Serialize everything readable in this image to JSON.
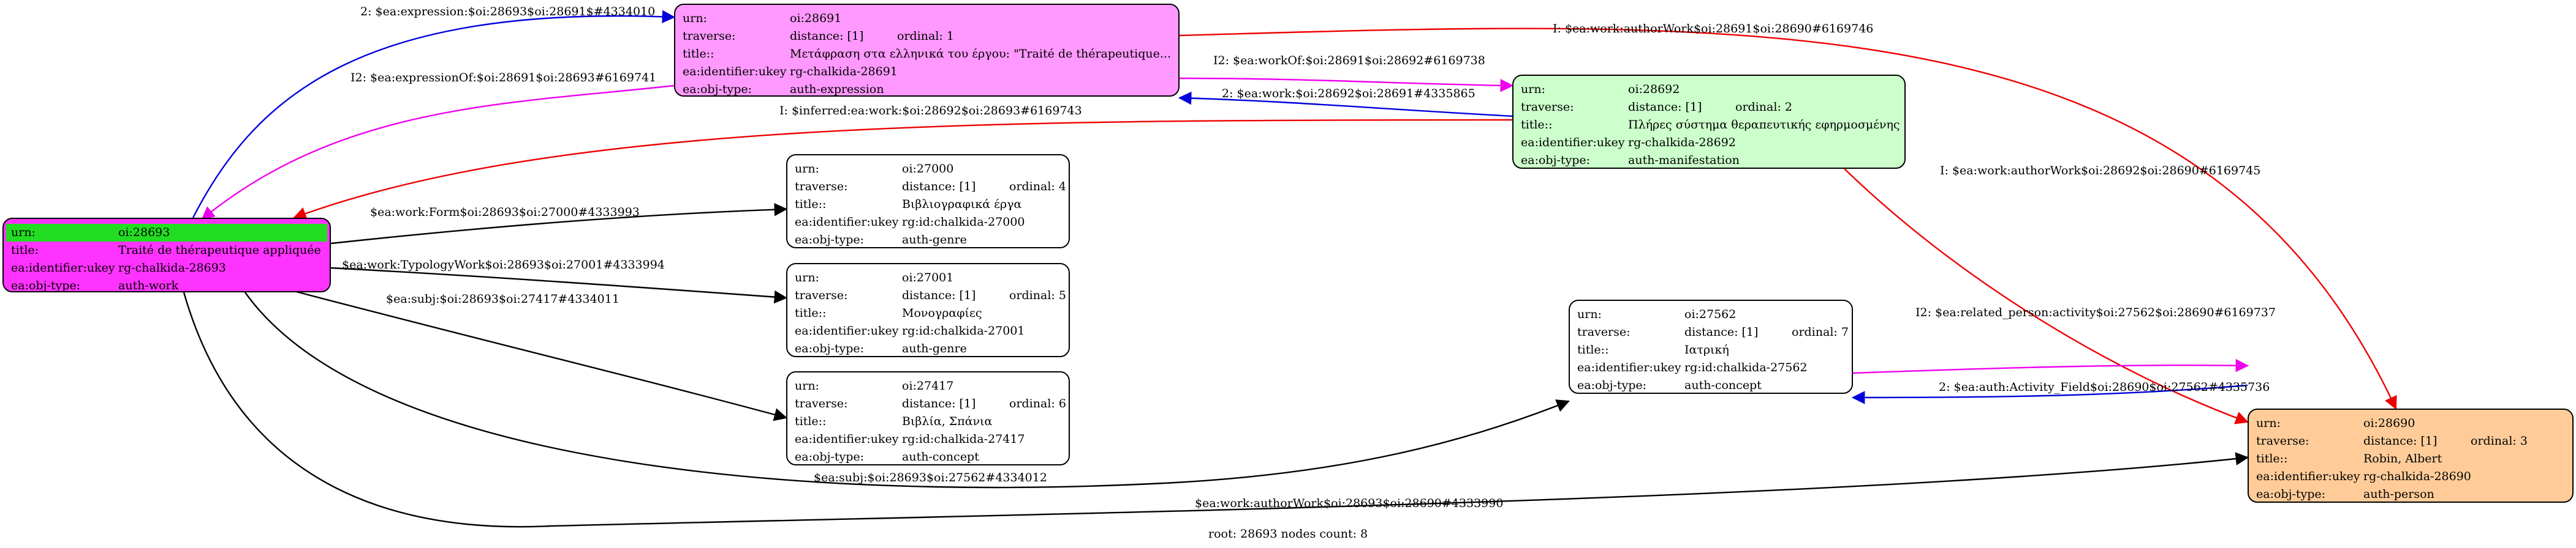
{
  "nodes": {
    "n28693": {
      "fill": "#ff33ff",
      "urn_label": "urn:",
      "urn": "oi:28693",
      "title_label": "title:",
      "title": "Traité de thérapeutique appliquée",
      "ukey_label": "ea:identifier:ukey",
      "ukey": "rg-chalkida-28693",
      "type_label": "ea:obj-type:",
      "type": "auth-work",
      "urn_highlight": "#22dd22"
    },
    "n28691": {
      "fill": "#ff99ff",
      "urn_label": "urn:",
      "urn": "oi:28691",
      "traverse_label": "traverse:",
      "distance": "distance: [1]",
      "ordinal": "ordinal: 1",
      "title_label": "title::",
      "title": "Μετάφραση στα ελληνικά του έργου: \"Traité de thérapeutique...",
      "ukey_label": "ea:identifier:ukey",
      "ukey": "rg-chalkida-28691",
      "type_label": "ea:obj-type:",
      "type": "auth-expression"
    },
    "n28692": {
      "fill": "#ccffcc",
      "urn_label": "urn:",
      "urn": "oi:28692",
      "traverse_label": "traverse:",
      "distance": "distance: [1]",
      "ordinal": "ordinal: 2",
      "title_label": "title::",
      "title": "Πλήρες σύστημα θεραπευτικής εφηρμοσμένης",
      "ukey_label": "ea:identifier:ukey",
      "ukey": "rg-chalkida-28692",
      "type_label": "ea:obj-type:",
      "type": "auth-manifestation"
    },
    "n27000": {
      "fill": "#ffffff",
      "urn_label": "urn:",
      "urn": "oi:27000",
      "traverse_label": "traverse:",
      "distance": "distance: [1]",
      "ordinal": "ordinal: 4",
      "title_label": "title::",
      "title": "Βιβλιογραφικά έργα",
      "ukey_label": "ea:identifier:ukey",
      "ukey": "rg:id:chalkida-27000",
      "type_label": "ea:obj-type:",
      "type": "auth-genre"
    },
    "n27001": {
      "fill": "#ffffff",
      "urn_label": "urn:",
      "urn": "oi:27001",
      "traverse_label": "traverse:",
      "distance": "distance: [1]",
      "ordinal": "ordinal: 5",
      "title_label": "title::",
      "title": "Μονογραφίες",
      "ukey_label": "ea:identifier:ukey",
      "ukey": "rg:id:chalkida-27001",
      "type_label": "ea:obj-type:",
      "type": "auth-genre"
    },
    "n27417": {
      "fill": "#ffffff",
      "urn_label": "urn:",
      "urn": "oi:27417",
      "traverse_label": "traverse:",
      "distance": "distance: [1]",
      "ordinal": "ordinal: 6",
      "title_label": "title::",
      "title": "Βιβλία, Σπάνια",
      "ukey_label": "ea:identifier:ukey",
      "ukey": "rg:id:chalkida-27417",
      "type_label": "ea:obj-type:",
      "type": "auth-concept"
    },
    "n27562": {
      "fill": "#ffffff",
      "urn_label": "urn:",
      "urn": "oi:27562",
      "traverse_label": "traverse:",
      "distance": "distance: [1]",
      "ordinal": "ordinal: 7",
      "title_label": "title::",
      "title": "Ιατρική",
      "ukey_label": "ea:identifier:ukey",
      "ukey": "rg:id:chalkida-27562",
      "type_label": "ea:obj-type:",
      "type": "auth-concept"
    },
    "n28690": {
      "fill": "#ffcc99",
      "urn_label": "urn:",
      "urn": "oi:28690",
      "traverse_label": "traverse:",
      "distance": "distance: [1]",
      "ordinal": "ordinal: 3",
      "title_label": "title::",
      "title": "Robin, Albert",
      "ukey_label": "ea:identifier:ukey",
      "ukey": "rg-chalkida-28690",
      "type_label": "ea:obj-type:",
      "type": "auth-person"
    }
  },
  "edges": [
    {
      "id": "e1",
      "label": "2: $ea:expression:$oi:28693$oi:28691$#4334010",
      "color": "#0000dd"
    },
    {
      "id": "e2",
      "label": "I2: $ea:expressionOf:$oi:28691$oi:28693#6169741",
      "color": "#ee00ee"
    },
    {
      "id": "e3",
      "label": "I: $ea:work:authorWork$oi:28691$oi:28690#6169746",
      "color": "#ee0000"
    },
    {
      "id": "e4",
      "label": "I2: $ea:workOf:$oi:28691$oi:28692#6169738",
      "color": "#ee00ee"
    },
    {
      "id": "e5",
      "label": "2: $ea:work:$oi:28692$oi:28691#4335865",
      "color": "#0000dd"
    },
    {
      "id": "e6",
      "label": "I: $inferred:ea:work:$oi:28692$oi:28693#6169743",
      "color": "#ee0000"
    },
    {
      "id": "e7",
      "label": "I: $ea:work:authorWork$oi:28692$oi:28690#6169745",
      "color": "#ee0000"
    },
    {
      "id": "e8",
      "label": "$ea:work:Form$oi:28693$oi:27000#4333993",
      "color": "#000000"
    },
    {
      "id": "e9",
      "label": "$ea:work:TypologyWork$oi:28693$oi:27001#4333994",
      "color": "#000000"
    },
    {
      "id": "e10",
      "label": "$ea:subj:$oi:28693$oi:27417#4334011",
      "color": "#000000"
    },
    {
      "id": "e11",
      "label": "$ea:subj:$oi:28693$oi:27562#4334012",
      "color": "#000000"
    },
    {
      "id": "e12",
      "label": "$ea:work:authorWork$oi:28693$oi:28690#4333990",
      "color": "#000000"
    },
    {
      "id": "e13",
      "label": "I2: $ea:related_person:activity$oi:27562$oi:28690#6169737",
      "color": "#ee00ee"
    },
    {
      "id": "e14",
      "label": "2: $ea:auth:Activity_Field$oi:28690$oi:27562#4335736",
      "color": "#0000dd"
    }
  ],
  "footer": "root: 28693 nodes count: 8"
}
